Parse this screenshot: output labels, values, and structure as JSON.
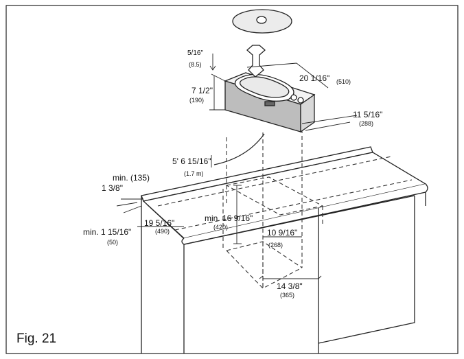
{
  "figure_label": "Fig. 21",
  "dimensions": {
    "lid_gap": {
      "inch": "5/16\"",
      "mm": "(8.5)"
    },
    "unit_height": {
      "inch": "7 1/2\"",
      "mm": "(190)"
    },
    "unit_width": {
      "inch": "20 1/16\"",
      "mm": "(510)"
    },
    "unit_depth": {
      "inch": "11 5/16\"",
      "mm": "(288)"
    },
    "cord_length": {
      "inch": "5' 6 15/16\"",
      "mm": "(1.7 m)"
    },
    "min_side_clearance": {
      "label": "min. (135)",
      "inch": "1 3/8\""
    },
    "min_front_clearance": {
      "inch": "min. 1 15/16\"",
      "mm": "(50)"
    },
    "counter_depth": {
      "inch": "19 5/16\"",
      "mm": "(490)"
    },
    "cutout_length": {
      "inch": "min. 16 9/16\"",
      "mm": "(420)"
    },
    "cutout_width": {
      "inch": "10 9/16\"",
      "mm": "(268)"
    },
    "cabinet_width": {
      "inch": "14 3/8\"",
      "mm": "(365)"
    }
  }
}
